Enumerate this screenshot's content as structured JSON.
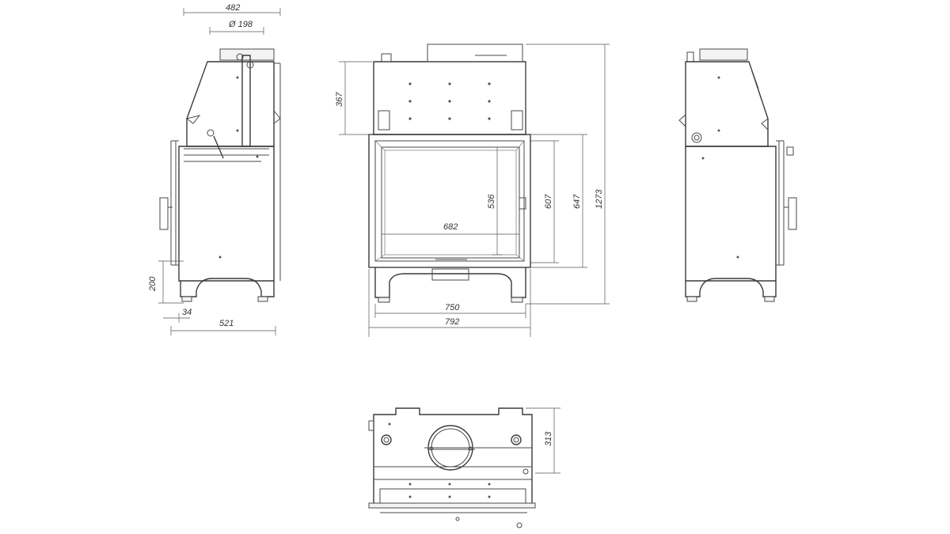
{
  "dimensions": {
    "side_total_width": "482",
    "flue_diameter": "Ø 198",
    "foot_height": "200",
    "foot_offset": "34",
    "side_depth": "521",
    "top_section_height": "367",
    "glass_height": "536",
    "glass_width": "682",
    "door_height": "607",
    "frame_height": "647",
    "overall_height": "1273",
    "inner_width": "750",
    "outer_width": "792",
    "plan_depth": "313"
  },
  "colors": {
    "line": "#4a4a4a",
    "dimension": "#555555",
    "text": "#333333"
  }
}
